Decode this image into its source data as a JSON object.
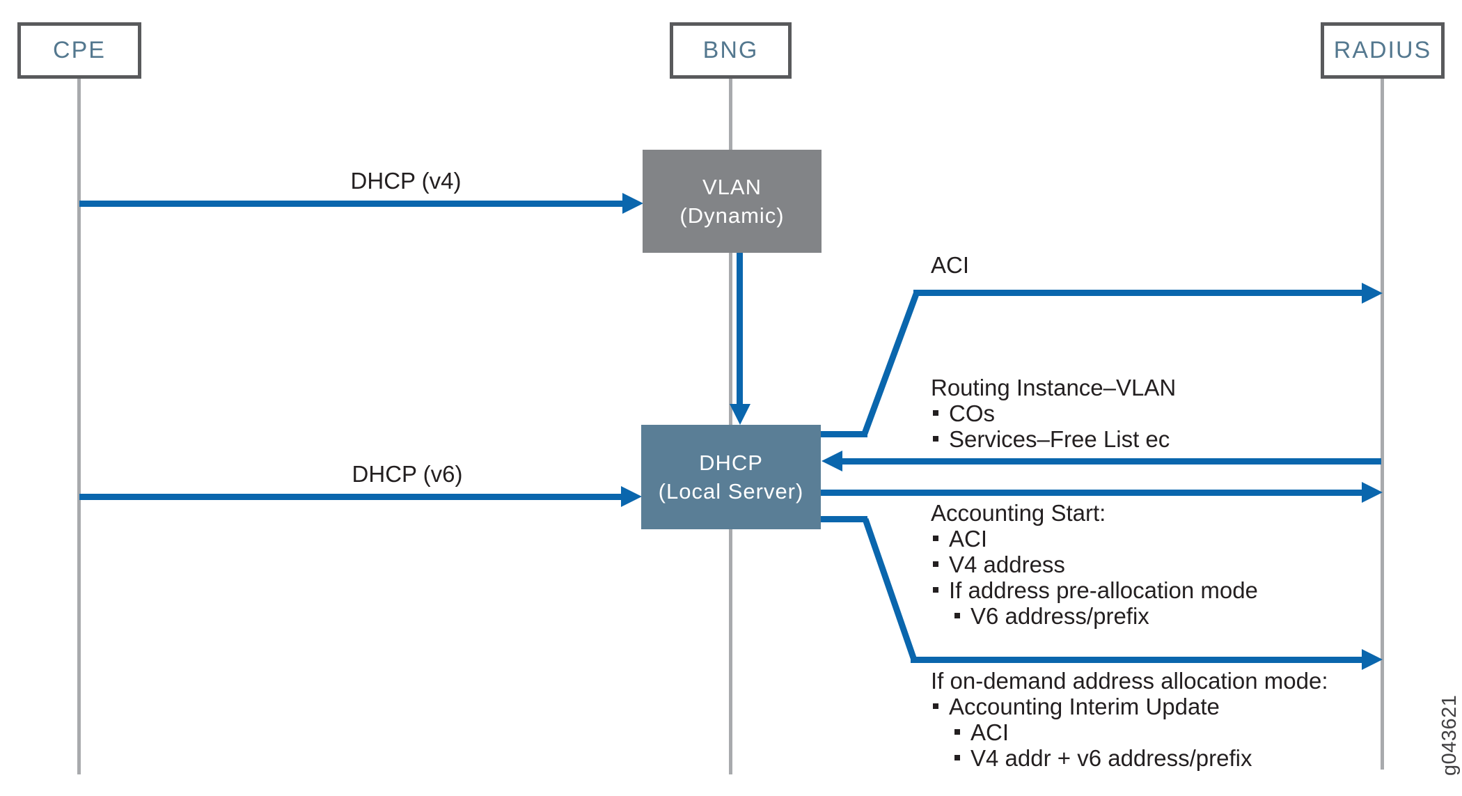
{
  "actors": [
    {
      "label": "CPE"
    },
    {
      "label": "BNG"
    },
    {
      "label": "RADIUS"
    }
  ],
  "nodes": {
    "vlan": {
      "line1": "VLAN",
      "line2": "(Dynamic)"
    },
    "dhcp": {
      "line1": "DHCP",
      "line2": "(Local Server)"
    }
  },
  "messages": {
    "dhcp_v4": "DHCP (v4)",
    "dhcp_v6": "DHCP (v6)",
    "aci": "ACI"
  },
  "annotations": {
    "routing": {
      "title": "Routing Instance–VLAN",
      "items": [
        {
          "text": "COs",
          "level": 1
        },
        {
          "text": "Services–Free List ec",
          "level": 1
        }
      ]
    },
    "accounting_start": {
      "title": "Accounting Start:",
      "items": [
        {
          "text": "ACI",
          "level": 1
        },
        {
          "text": "V4 address",
          "level": 1
        },
        {
          "text": "If address pre-allocation mode",
          "level": 1
        },
        {
          "text": "V6 address/prefix",
          "level": 2
        }
      ]
    },
    "on_demand": {
      "title": "If on-demand address allocation mode:",
      "items": [
        {
          "text": "Accounting Interim Update",
          "level": 1
        },
        {
          "text": "ACI",
          "level": 2
        },
        {
          "text": "V4 addr + v6 address/prefix",
          "level": 2
        }
      ]
    }
  },
  "figure_id": "g043621",
  "colors": {
    "arrow": "#0a66ad",
    "box_gray": "#828487",
    "box_blue": "#5a7e96",
    "border": "#595a5c",
    "lifeline": "#a8aaad",
    "actor_text": "#54788f",
    "text": "#231f20",
    "figure_text": "#414042"
  }
}
